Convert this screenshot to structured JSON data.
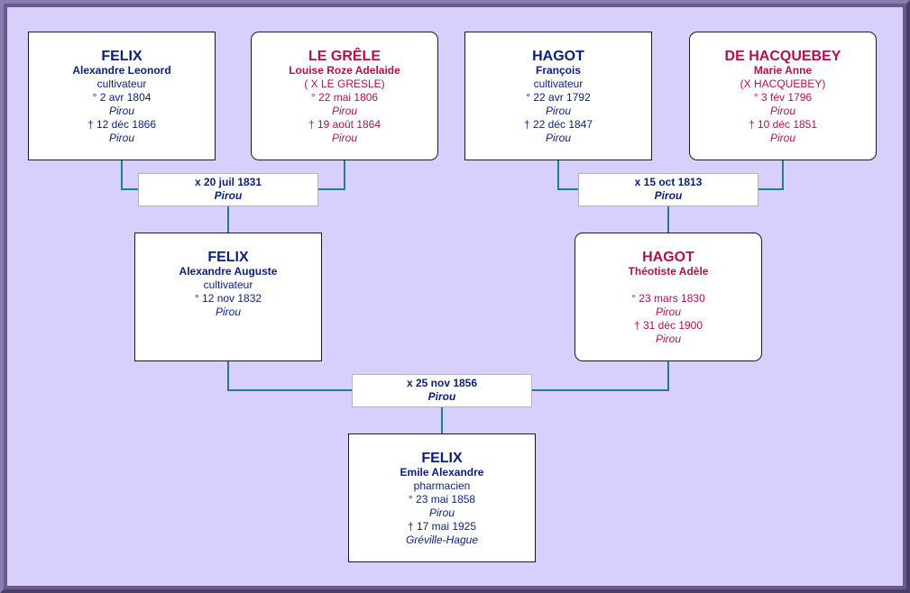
{
  "colors": {
    "male": "#0a1f7a",
    "female": "#b0104e",
    "connector": "#1f7f90",
    "background": "#d8d0fc"
  },
  "people": {
    "ff": {
      "surname": "FELIX",
      "given": "Alexandre Leonord",
      "occupation": "cultivateur",
      "birth": "° 2 avr 1804",
      "birth_place": "Pirou",
      "death": "† 12 déc 1866",
      "death_place": "Pirou"
    },
    "fm": {
      "surname": "LE GRÊLE",
      "given": "Louise Roze Adelaide",
      "alias": "( X LE GRESLE)",
      "birth": "° 22 mai 1806",
      "birth_place": "Pirou",
      "death": "† 19 août 1864",
      "death_place": "Pirou"
    },
    "mf": {
      "surname": "HAGOT",
      "given": "François",
      "occupation": "cultivateur",
      "birth": "° 22 avr 1792",
      "birth_place": "Pirou",
      "death": "† 22 déc 1847",
      "death_place": "Pirou"
    },
    "mm": {
      "surname": "DE HACQUEBEY",
      "given": "Marie Anne",
      "alias": "(X HACQUEBEY)",
      "birth": "° 3 fév 1796",
      "birth_place": "Pirou",
      "death": "† 10 déc 1851",
      "death_place": "Pirou"
    },
    "father": {
      "surname": "FELIX",
      "given": "Alexandre Auguste",
      "occupation": "cultivateur",
      "birth": "° 12 nov 1832",
      "birth_place": "Pirou"
    },
    "mother": {
      "surname": "HAGOT",
      "given": "Théotiste Adèle",
      "birth": "° 23 mars 1830",
      "birth_place": "Pirou",
      "death": "† 31 déc 1900",
      "death_place": "Pirou"
    },
    "subject": {
      "surname": "FELIX",
      "given": "Emile Alexandre",
      "occupation": "pharmacien",
      "birth": "° 23 mai 1858",
      "birth_place": "Pirou",
      "death": "† 17 mai 1925",
      "death_place": "Gréville-Hague"
    }
  },
  "marriages": {
    "paternal": {
      "date": "x 20 juil 1831",
      "place": "Pirou"
    },
    "maternal": {
      "date": "x 15 oct 1813",
      "place": "Pirou"
    },
    "parents": {
      "date": "x 25 nov 1856",
      "place": "Pirou"
    }
  }
}
